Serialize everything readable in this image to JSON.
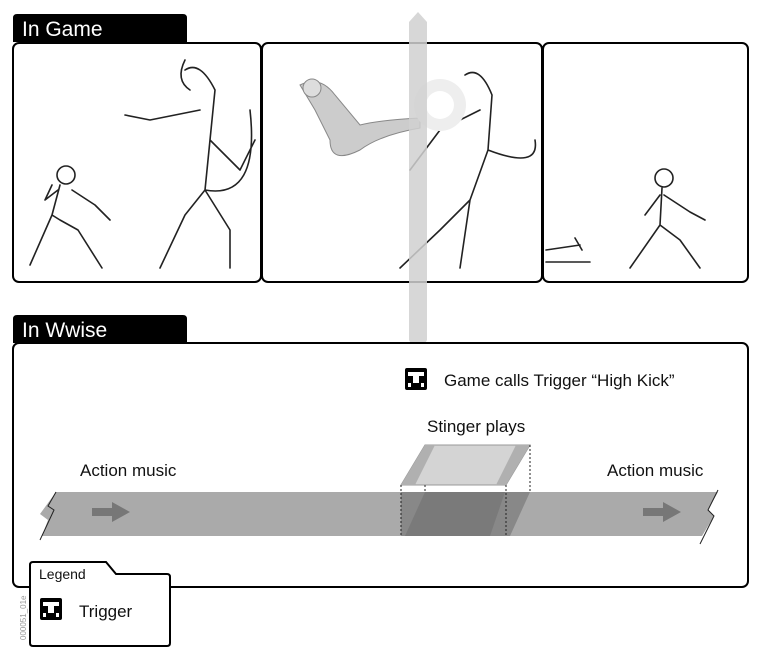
{
  "sections": {
    "in_game": "In Game",
    "in_wwise": "In Wwise"
  },
  "wwise": {
    "trigger_caption": "Game calls Trigger “High Kick”",
    "stinger_label": "Stinger plays",
    "music_left": "Action music",
    "music_right": "Action music"
  },
  "legend": {
    "title": "Legend",
    "items": [
      {
        "icon": "trigger-icon",
        "label": "Trigger"
      }
    ]
  },
  "figure_code": "000051_01e",
  "colors": {
    "band": "#aaaaaa",
    "stinger": "#d4d4d4",
    "beam": "#d0d0d0",
    "tab": "#000000"
  }
}
